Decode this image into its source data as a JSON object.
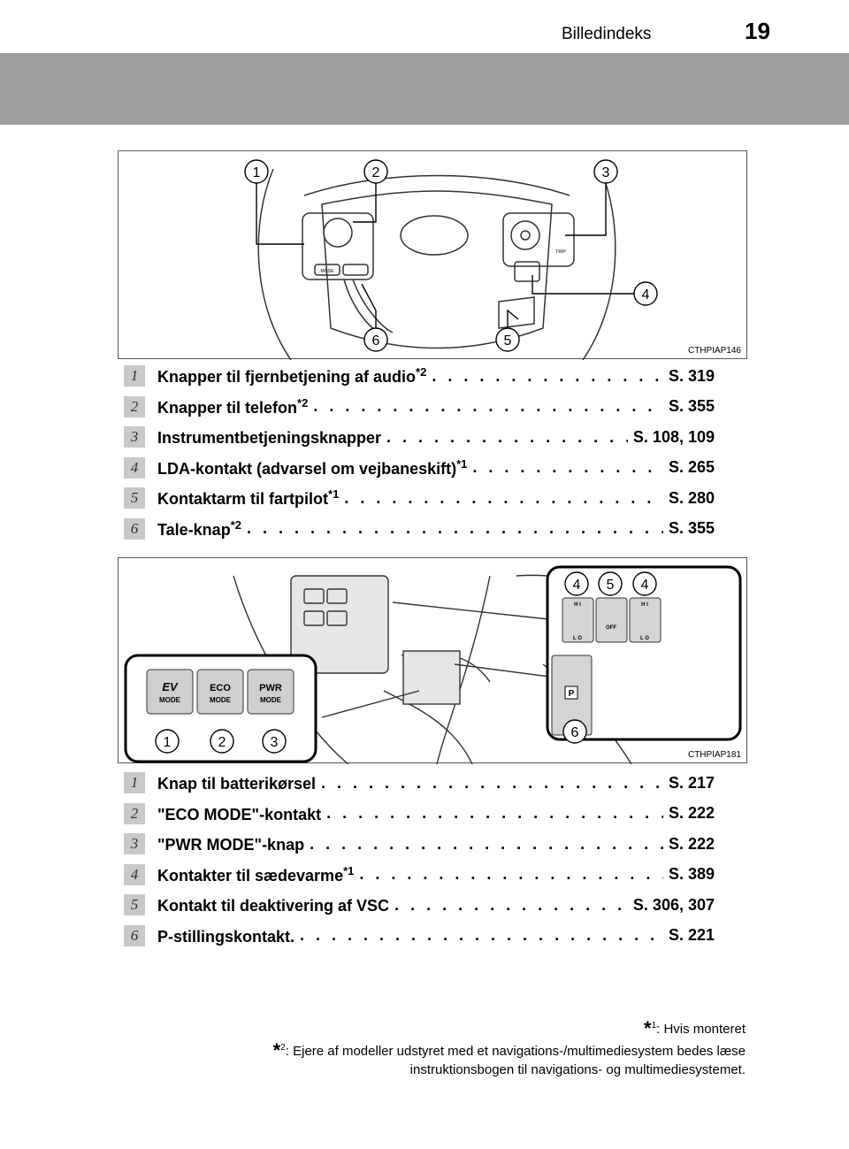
{
  "header": {
    "section": "Billedindeks",
    "page": "19"
  },
  "figure1": {
    "code": "CTHPIAP146",
    "callouts": [
      "1",
      "2",
      "3",
      "4",
      "5",
      "6"
    ],
    "labels": {
      "mode": "MODE",
      "trip": "TRIP"
    }
  },
  "list1": [
    {
      "num": "1",
      "label": "Knapper til fjernbetjening af audio",
      "sup": "*2",
      "ref": "S. 319"
    },
    {
      "num": "2",
      "label": "Knapper til telefon",
      "sup": "*2",
      "ref": "S. 355"
    },
    {
      "num": "3",
      "label": "Instrumentbetjeningsknapper",
      "sup": "",
      "ref": "S. 108, 109"
    },
    {
      "num": "4",
      "label": "LDA-kontakt (advarsel om vejbaneskift)",
      "sup": "*1",
      "ref": "S. 265"
    },
    {
      "num": "5",
      "label": "Kontaktarm til fartpilot",
      "sup": "*1",
      "ref": "S. 280"
    },
    {
      "num": "6",
      "label": "Tale-knap",
      "sup": "*2",
      "ref": "S. 355"
    }
  ],
  "figure2": {
    "code": "CTHPIAP181",
    "callouts": [
      "1",
      "2",
      "3",
      "4",
      "5",
      "4",
      "6"
    ],
    "buttons": [
      {
        "top": "EV",
        "bottom": "MODE"
      },
      {
        "top": "ECO",
        "bottom": "MODE"
      },
      {
        "top": "PWR",
        "bottom": "MODE"
      }
    ],
    "switch_labels": {
      "hi": "H I",
      "lo": "L O",
      "off": "OFF",
      "p": "P"
    }
  },
  "list2": [
    {
      "num": "1",
      "label": "Knap til batterikørsel",
      "sup": "",
      "ref": "S. 217"
    },
    {
      "num": "2",
      "label": "\"ECO MODE\"-kontakt",
      "sup": "",
      "ref": "S. 222"
    },
    {
      "num": "3",
      "label": "\"PWR MODE\"-knap",
      "sup": "",
      "ref": "S. 222"
    },
    {
      "num": "4",
      "label": "Kontakter til sædevarme",
      "sup": "*1",
      "ref": "S. 389"
    },
    {
      "num": "5",
      "label": "Kontakt til deaktivering af VSC",
      "sup": "",
      "ref": "S. 306, 307"
    },
    {
      "num": "6",
      "label": "P-stillingskontakt.",
      "sup": "",
      "ref": "S. 221"
    }
  ],
  "footnotes": {
    "note1": {
      "mark": "*",
      "num": "1",
      "text": ": Hvis monteret"
    },
    "note2": {
      "mark": "*",
      "num": "2",
      "line1": ": Ejere af modeller udstyret med et navigations-/multimediesystem bedes læse",
      "line2": "instruktionsbogen til navigations- og multimediesystemet."
    }
  }
}
